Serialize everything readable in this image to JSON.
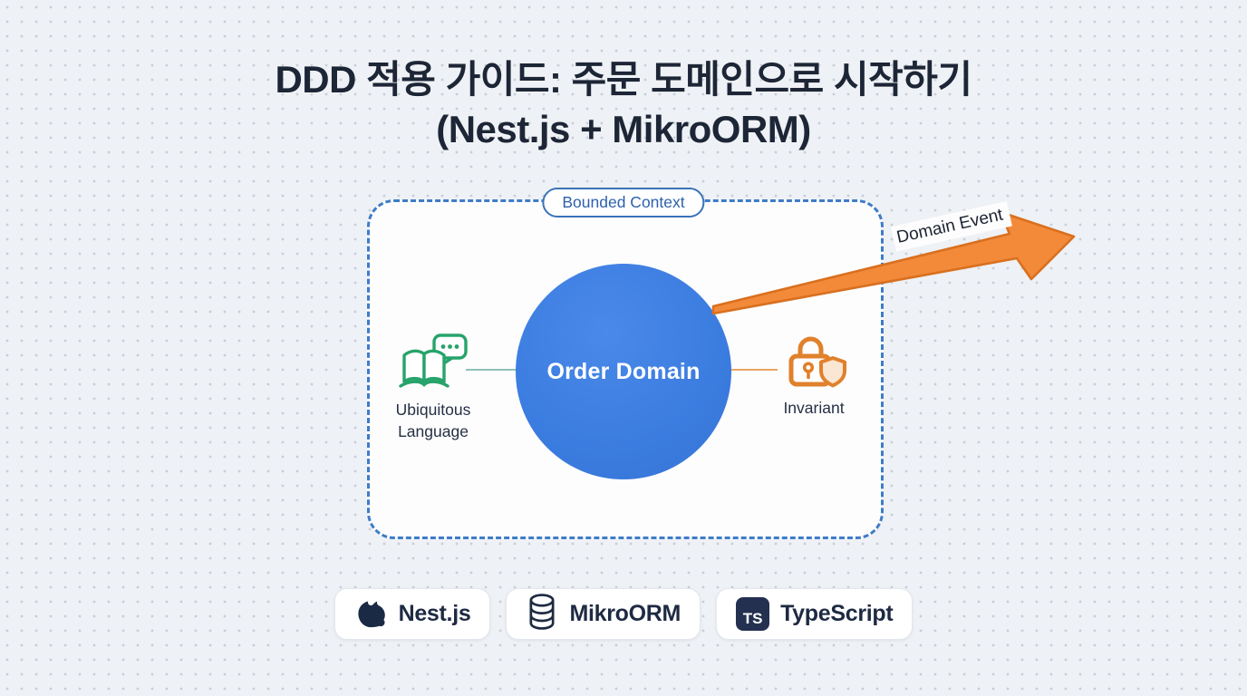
{
  "title": {
    "line1": "DDD 적용 가이드: 주문 도메인으로 시작하기",
    "line2": "(Nest.js + MikroORM)"
  },
  "diagram": {
    "bounded_context_label": "Bounded Context",
    "core_label": "Order Domain",
    "left_concept": {
      "icon": "book-with-speech-bubble-icon",
      "label_line1": "Ubiquitous",
      "label_line2": "Language"
    },
    "right_concept": {
      "icon": "lock-with-shield-icon",
      "label": "Invariant"
    },
    "arrow_label": "Domain Event"
  },
  "badges": [
    {
      "icon": "nestjs-logo-icon",
      "label": "Nest.js"
    },
    {
      "icon": "database-icon",
      "label": "MikroORM"
    },
    {
      "icon": "typescript-logo-icon",
      "icon_text": "TS",
      "label": "TypeScript"
    }
  ],
  "colors": {
    "background": "#eef1f5",
    "dot_grid": "#c9cfd8",
    "title_text": "#1d2636",
    "context_border_blue": "#3e7cc7",
    "pill_text_blue": "#2e61ac",
    "circle_blue": "#3b7ce0",
    "green_accent": "#27a36b",
    "orange_accent": "#e0812c",
    "arrow_fill": "#f28a3a",
    "arrow_stroke": "#d9701f",
    "badge_text": "#1e2a42"
  }
}
